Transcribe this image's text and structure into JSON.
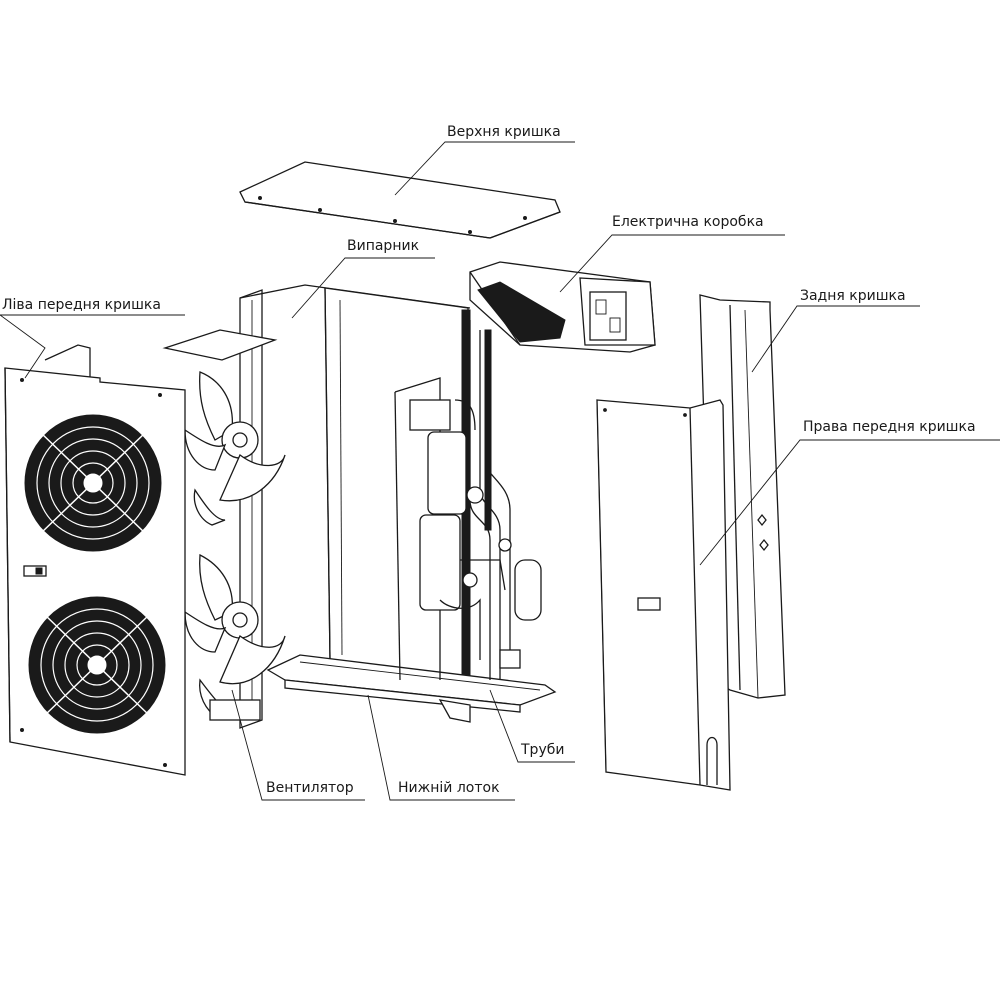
{
  "labels": {
    "top_cover": "Верхня кришка",
    "electric_box": "Електрична коробка",
    "evaporator": "Випарник",
    "left_front_cover": "Ліва передня кришка",
    "rear_cover": "Задня кришка",
    "right_front_cover": "Права передня кришка",
    "pipes": "Труби",
    "fan": "Вентилятор",
    "bottom_tray": "Нижній лоток"
  }
}
